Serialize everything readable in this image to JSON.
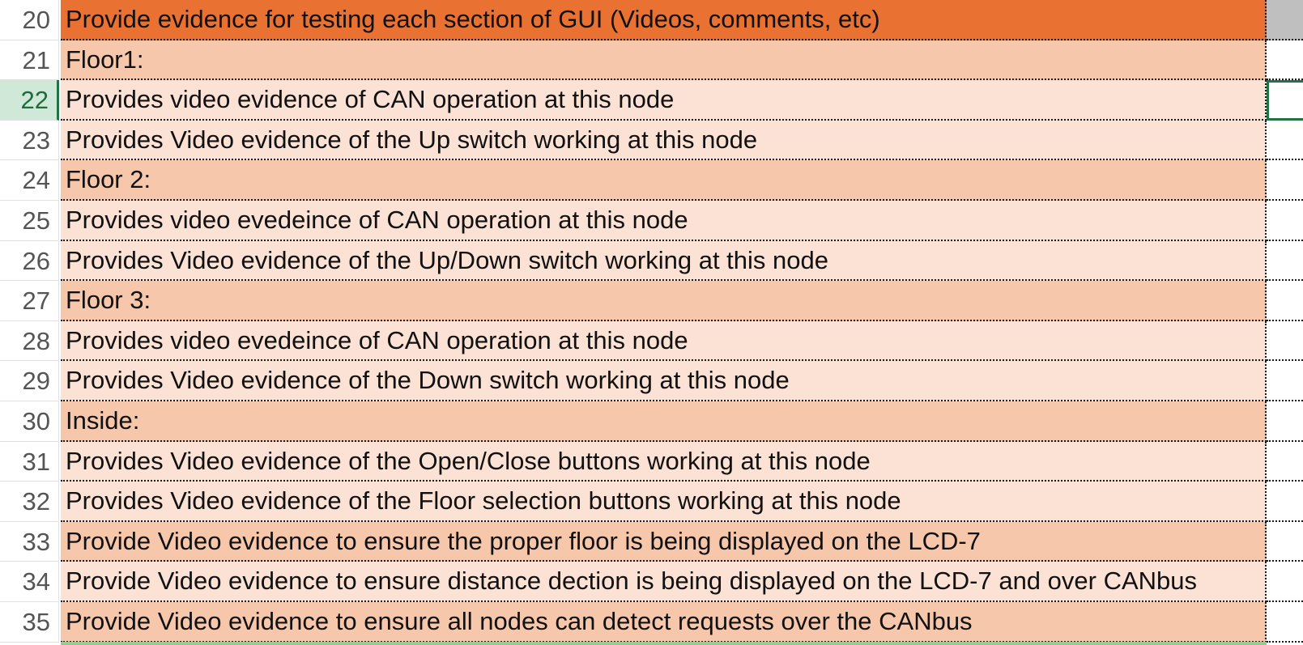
{
  "rows": [
    {
      "num": "20",
      "text": "Provide evidence for testing each section of GUI (Videos, comments, etc)",
      "style": "header"
    },
    {
      "num": "21",
      "text": "Floor1:",
      "style": "mid"
    },
    {
      "num": "22",
      "text": "Provides video evidence of CAN operation at this node",
      "style": "light"
    },
    {
      "num": "23",
      "text": "Provides Video evidence of the Up switch working at this node",
      "style": "light"
    },
    {
      "num": "24",
      "text": "Floor 2:",
      "style": "mid"
    },
    {
      "num": "25",
      "text": "Provides video evedeince of CAN operation at this node",
      "style": "light"
    },
    {
      "num": "26",
      "text": "Provides Video evidence of the Up/Down switch working at this node",
      "style": "light"
    },
    {
      "num": "27",
      "text": "Floor 3:",
      "style": "mid"
    },
    {
      "num": "28",
      "text": "Provides video evedeince of CAN operation at this node",
      "style": "light"
    },
    {
      "num": "29",
      "text": "Provides Video evidence of the Down switch working at this node",
      "style": "light"
    },
    {
      "num": "30",
      "text": "Inside:",
      "style": "mid"
    },
    {
      "num": "31",
      "text": "Provides Video evidence of the Open/Close buttons working at this node",
      "style": "light"
    },
    {
      "num": "32",
      "text": "Provides Video evidence of the Floor selection buttons working at this node",
      "style": "light"
    },
    {
      "num": "33",
      "text": "Provide Video evidence to ensure the proper floor is being displayed on the LCD-7",
      "style": "mid"
    },
    {
      "num": "34",
      "text": "Provide Video evidence to ensure distance dection is being displayed on the LCD-7 and over CANbus",
      "style": "light"
    },
    {
      "num": "35",
      "text": "Provide Video evidence to ensure all nodes can detect requests over the CANbus",
      "style": "mid"
    }
  ],
  "active_row": "22",
  "colors": {
    "header_fill": "#e97132",
    "light_fill": "#fbe2d5",
    "mid_fill": "#f7c7ac",
    "selection": "#217346",
    "active_rownum_fill": "#cfe8d7"
  }
}
